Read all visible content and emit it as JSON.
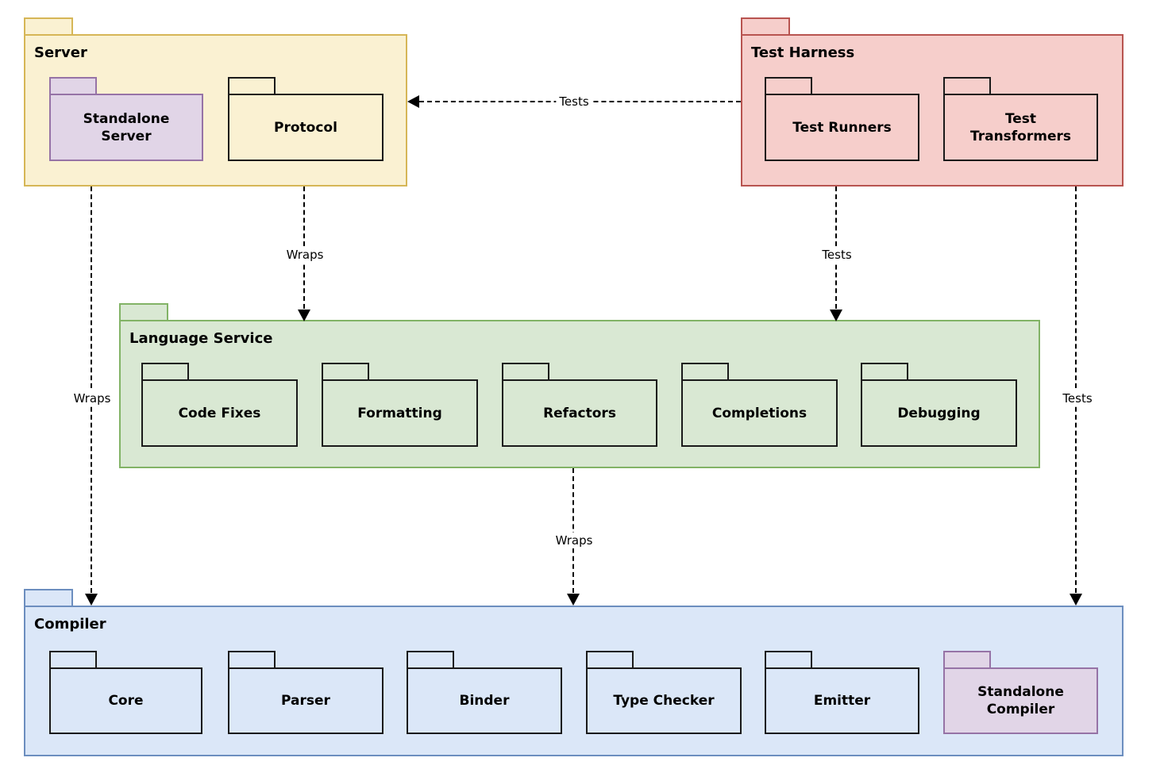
{
  "palette": {
    "yellow_fill": "#FAF1D2",
    "yellow_stroke": "#D6B656",
    "red_fill": "#F6CECB",
    "red_stroke": "#B85450",
    "green_fill": "#D9E8D3",
    "green_stroke": "#82B366",
    "blue_fill": "#DBE7F8",
    "blue_stroke": "#6C8EBF",
    "purple_fill": "#E1D5E7",
    "purple_stroke": "#9673A6",
    "inner_folder_stroke": "#1a1a1a",
    "arrow_color": "#000000",
    "background": "#FFFFFF"
  },
  "packages": [
    {
      "title": "Server",
      "fill": "#FAF1D2",
      "stroke": "#D6B656",
      "children": [
        {
          "label": "Standalone Server",
          "fill": "#E1D5E7",
          "stroke": "#9673A6"
        },
        {
          "label": "Protocol",
          "fill": "#FAF1D2",
          "stroke": "#1a1a1a"
        }
      ]
    },
    {
      "title": "Test Harness",
      "fill": "#F6CECB",
      "stroke": "#B85450",
      "children": [
        {
          "label": "Test Runners",
          "fill": "#F6CECB",
          "stroke": "#1a1a1a"
        },
        {
          "label": "Test Transformers",
          "fill": "#F6CECB",
          "stroke": "#1a1a1a"
        }
      ]
    },
    {
      "title": "Language Service",
      "fill": "#D9E8D3",
      "stroke": "#82B366",
      "children": [
        {
          "label": "Code Fixes",
          "fill": "#D9E8D3",
          "stroke": "#1a1a1a"
        },
        {
          "label": "Formatting",
          "fill": "#D9E8D3",
          "stroke": "#1a1a1a"
        },
        {
          "label": "Refactors",
          "fill": "#D9E8D3",
          "stroke": "#1a1a1a"
        },
        {
          "label": "Completions",
          "fill": "#D9E8D3",
          "stroke": "#1a1a1a"
        },
        {
          "label": "Debugging",
          "fill": "#D9E8D3",
          "stroke": "#1a1a1a"
        }
      ]
    },
    {
      "title": "Compiler",
      "fill": "#DBE7F8",
      "stroke": "#6C8EBF",
      "children": [
        {
          "label": "Core",
          "fill": "#DBE7F8",
          "stroke": "#1a1a1a"
        },
        {
          "label": "Parser",
          "fill": "#DBE7F8",
          "stroke": "#1a1a1a"
        },
        {
          "label": "Binder",
          "fill": "#DBE7F8",
          "stroke": "#1a1a1a"
        },
        {
          "label": "Type Checker",
          "fill": "#DBE7F8",
          "stroke": "#1a1a1a"
        },
        {
          "label": "Emitter",
          "fill": "#DBE7F8",
          "stroke": "#1a1a1a"
        },
        {
          "label": "Standalone Compiler",
          "fill": "#E1D5E7",
          "stroke": "#9673A6"
        }
      ]
    }
  ],
  "arrows": [
    {
      "label": "Tests",
      "from": "Test Harness",
      "to": "Server",
      "direction": "left"
    },
    {
      "label": "Wraps",
      "from": "Server",
      "to": "Language Service",
      "direction": "down"
    },
    {
      "label": "Tests",
      "from": "Test Harness",
      "to": "Language Service",
      "direction": "down"
    },
    {
      "label": "Wraps",
      "from": "Server",
      "to": "Compiler",
      "direction": "down"
    },
    {
      "label": "Tests",
      "from": "Test Harness",
      "to": "Compiler",
      "direction": "down"
    },
    {
      "label": "Wraps",
      "from": "Language Service",
      "to": "Compiler",
      "direction": "down"
    }
  ]
}
